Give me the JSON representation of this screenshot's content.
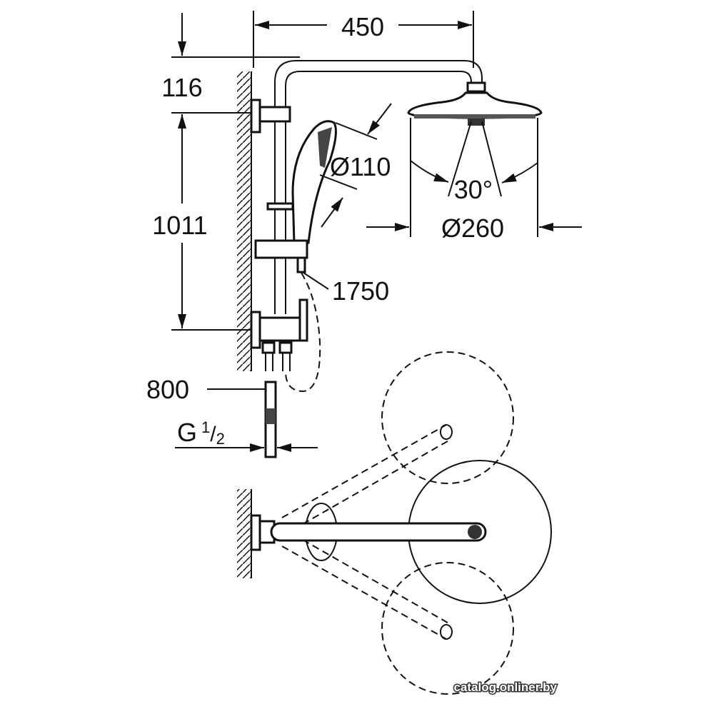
{
  "title": "Shower system dimension drawing",
  "dimensions": {
    "arm_length": "450",
    "top_offset": "116",
    "rail_height": "1011",
    "hand_shower_diameter": "Ø110",
    "spray_angle": "30°",
    "head_diameter": "Ø260",
    "hose_length": "1750",
    "connection_height": "800",
    "thread_main": "G",
    "thread_num": "1",
    "thread_den": "2"
  },
  "watermark": "catalog.onliner.by",
  "colors": {
    "line": "#111111",
    "background": "#ffffff"
  }
}
